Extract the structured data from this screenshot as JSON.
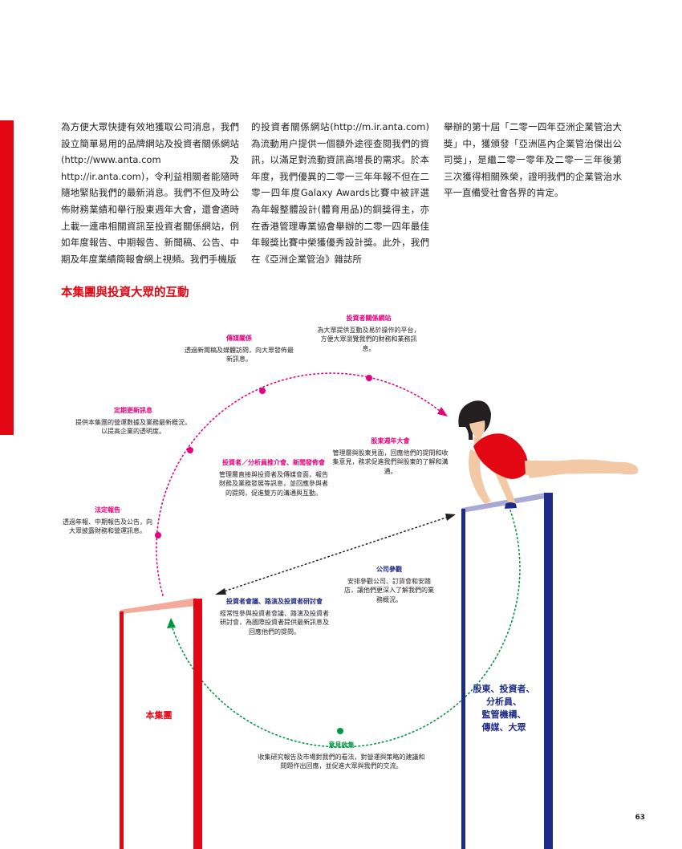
{
  "body_text": {
    "col1": "為方便大眾快捷有效地獲取公司消息，我們設立簡單易用的品牌網站及投資者關係網站(http://www.anta.com及http://ir.anta.com)，令利益相關者能隨時隨地緊貼我們的最新消息。我們不但及時公佈財務業績和舉行股東週年大會，還會適時上載一連串相關資訊至投資者關係網站，例如年度報告、中期報告、新聞稿、公告、中期及年度業績簡報會網上視頻。我們手機版",
    "col2": "的投資者關係網站(http://m.ir.anta.com)為流動用户提供一個額外途徑查閱我們的資訊，以滿足對流動資訊高增長的需求。於本年度，我們優異的二零一三年年報不但在二零一四年度Galaxy Awards比賽中被評選為年報整體設計(體育用品)的銅獎得主，亦在香港管理專業協會舉辦的二零一四年最佳年報獎比賽中榮獲優秀設計獎。此外，我們在《亞洲企業管治》雜誌所",
    "col3": "舉辦的第十屆「二零一四年亞洲企業管治大獎」中，獲頒發「亞洲區內企業管治傑出公司獎」，是繼二零一零年及二零一三年後第三次獲得相關殊榮，證明我們的企業管治水平一直備受社會各界的肯定。"
  },
  "section_title": "本集團與投資大眾的互動",
  "diagram": {
    "ir_website": {
      "title": "投資者關係網站",
      "desc": "為大眾提供互動及易於操作的平台，方便大眾瀏覽我們的財務和業務訊息。"
    },
    "media_relations": {
      "title": "傳媒關係",
      "desc": "透過新聞稿及媒體訪問，向大眾發佈最新訊息。"
    },
    "regular_updates": {
      "title": "定期更新訊息",
      "desc": "提供本集團的營運數據及業務最新概況，以提高企業的透明度。"
    },
    "agm": {
      "title": "股東週年大會",
      "desc": "管理層與股東見面，回應他們的提問和收集意見，務求促進我們與股東的了解和溝通。"
    },
    "briefings": {
      "title": "投資者／分析員推介會、新聞發佈會",
      "desc": "管理層直接與投資者及傳媒會面，報告財務及業務發展等訊息，並回應參與者的提問，促進雙方的溝通與互動。"
    },
    "statutory": {
      "title": "法定報告",
      "desc": "透過年報、中期報告及公告，向大眾披露財務和營運訊息。"
    },
    "company_visits": {
      "title": "公司參觀",
      "desc": "安排參觀公司、訂貨會和安踏店，讓他們更深入了解我們的業務概況。"
    },
    "conferences": {
      "title": "投資者會議、路演及投資者研討會",
      "desc": "經常性參與投資者會議、路演及投資者研討會，為國際投資者提供最新訊息及回應他們的提問。"
    },
    "feedback": {
      "title": "意見收集",
      "desc": "收集研究報告及市場對我們的看法，對營運與策略的建議和問題作出回應，並促進大眾與我們的交流。"
    },
    "left_party": "本集團",
    "right_party_lines": [
      "股東、投資者、",
      "分析員、",
      "監管機構、",
      "傳媒、大眾"
    ]
  },
  "page_number": "63",
  "colors": {
    "red": "#e30613",
    "navy": "#1d2b88",
    "magenta": "#e6007e",
    "green": "#009640",
    "bar_pink": "#f4a99a",
    "bar_lilac": "#a9a9d6",
    "skin": "#f3c9a5"
  }
}
